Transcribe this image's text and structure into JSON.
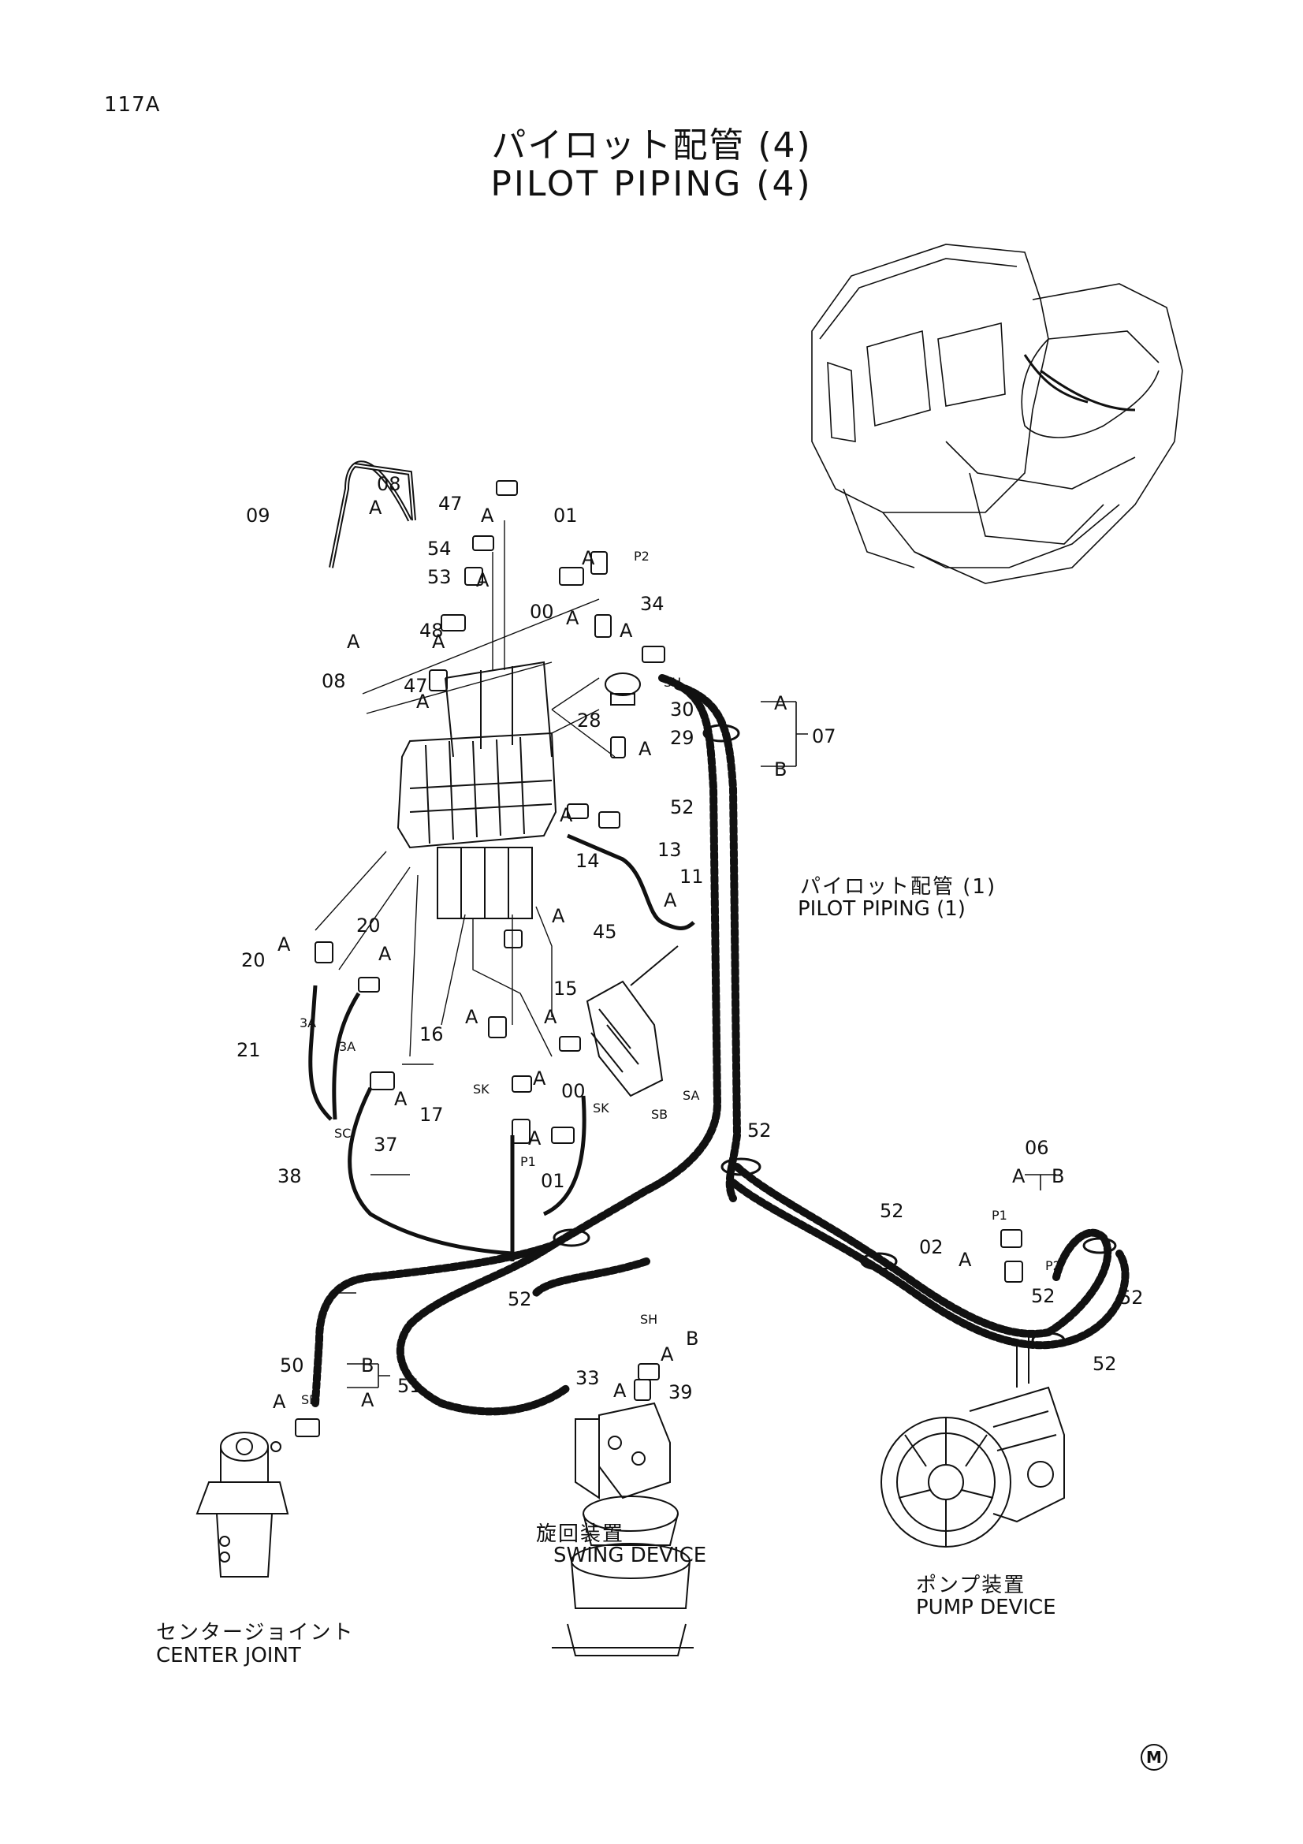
{
  "page_number": "117A",
  "title": {
    "japanese": "パイロット配管 (4)",
    "english": "PILOT PIPING (4)"
  },
  "captions": {
    "pilot_piping_1_jp": "パイロット配管 (1)",
    "pilot_piping_1_en": "PILOT PIPING (1)",
    "center_joint_jp": "センタージョイント",
    "center_joint_en": "CENTER JOINT",
    "swing_device_jp": "旋回装置",
    "swing_device_en": "SWING DEVICE",
    "pump_device_jp": "ポンプ装置",
    "pump_device_en": "PUMP DEVICE"
  },
  "callouts": {
    "c09": "09",
    "c08a": "08",
    "c08b": "08",
    "c47a": "47",
    "c47b": "47",
    "c54": "54",
    "c53": "53",
    "c48": "48",
    "c01a": "01",
    "c00a": "00",
    "c34": "34",
    "c28": "28",
    "c30": "30",
    "c29": "29",
    "c52a": "52",
    "c07": "07",
    "c14": "14",
    "c13": "13",
    "c11": "11",
    "c45": "45",
    "c20a": "20",
    "c20b": "20",
    "c21": "21",
    "c16": "16",
    "c15": "15",
    "c00b": "00",
    "c17": "17",
    "c37": "37",
    "c38": "38",
    "c01b": "01",
    "c52b": "52",
    "c52c": "52",
    "c06": "06",
    "c02": "02",
    "c52d": "52",
    "c52e": "52",
    "c52f": "52",
    "c52g": "52",
    "c50": "50",
    "c51": "51",
    "c33": "33",
    "c39": "39"
  },
  "port_labels": {
    "a": "A",
    "b": "B",
    "p1": "P1",
    "p2": "P2",
    "sh": "SH",
    "sk": "SK",
    "sa": "SA",
    "sb": "SB",
    "sc": "SC",
    "p3a": "3A"
  },
  "trademark": "M"
}
